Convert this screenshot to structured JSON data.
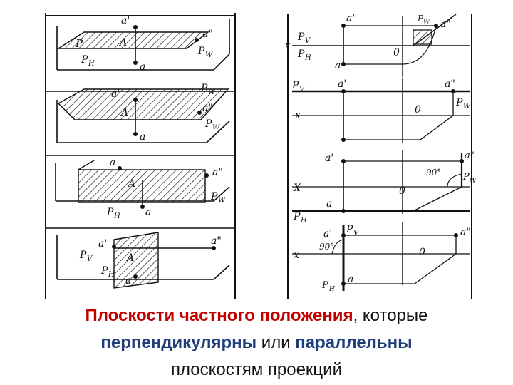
{
  "labels": {
    "a_prime": "a'",
    "a_double": "a\"",
    "a": "a",
    "A": "A",
    "P": "P",
    "PH": "P",
    "PH_sub": "H",
    "PV": "P",
    "PV_sub": "V",
    "PW": "P",
    "PW_sub": "W",
    "x": "x",
    "X": "X",
    "zero": "0",
    "angle90": "90°"
  },
  "caption": {
    "part1": "Плоскости частного положения",
    "part2": ", которые",
    "part3": "перпендикулярны",
    "part4": " или ",
    "part5": "параллельны",
    "part6": "плоскостям проекций"
  },
  "colors": {
    "accent_red": "#c00000",
    "accent_navy": "#1f3d7a",
    "ink": "#111111",
    "paper": "#ffffff"
  }
}
